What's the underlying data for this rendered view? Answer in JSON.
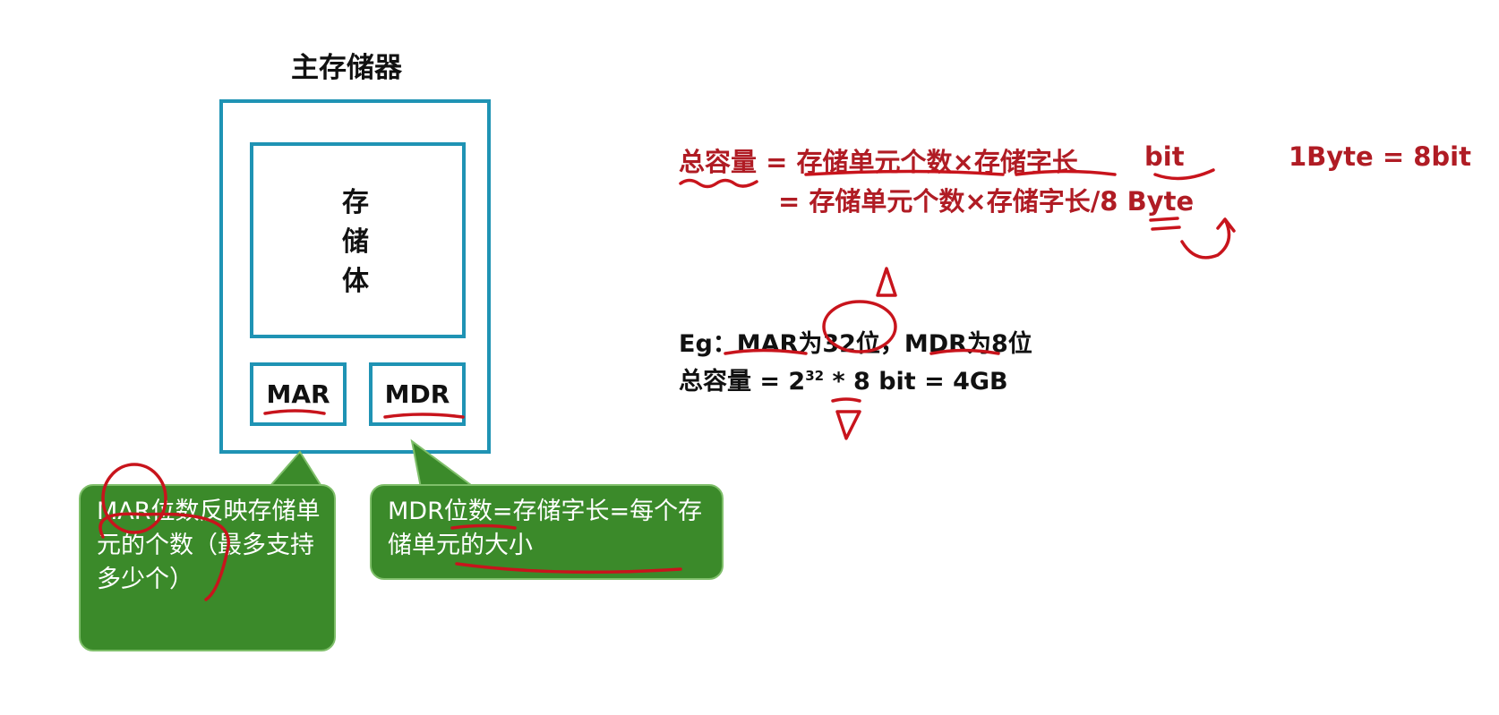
{
  "diagram": {
    "title": "主存储器",
    "storage_body": "存储体",
    "register_mar": "MAR",
    "register_mdr": "MDR"
  },
  "callouts": {
    "mar": "MAR位数反映存储单元的个数（最多支持多少个）",
    "mdr": "MDR位数=存储字长=每个存储单元的大小"
  },
  "formula": {
    "line1_lhs": "总容量",
    "line1_rhs": "= 存储单元个数×存储字长",
    "line1_unit": "bit",
    "byte_note": "1Byte = 8bit",
    "line2": "= 存储单元个数×存储字长/8",
    "line2_unit": "Byte"
  },
  "example": {
    "line1": "Eg：MAR为32位，MDR为8位",
    "line2_prefix": "总容量    =  2",
    "line2_exp": "32",
    "line2_suffix": " * 8 bit  = 4GB"
  },
  "colors": {
    "border": "#1f93b4",
    "callout_bg": "#3b8a2a",
    "annotation": "#b01c24"
  }
}
